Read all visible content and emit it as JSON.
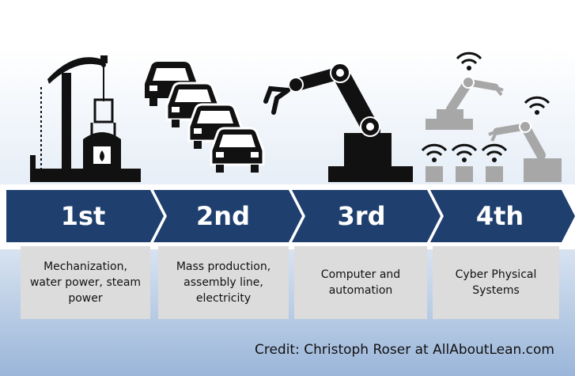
{
  "stages": [
    {
      "label": "1st",
      "description": "Mechanization,\nwater power, steam\npower",
      "icon": "steam-engine-icon"
    },
    {
      "label": "2nd",
      "description": "Mass production,\nassembly line,\nelectricity",
      "icon": "cars-assembly-icon"
    },
    {
      "label": "3rd",
      "description": "Computer and\nautomation",
      "icon": "industrial-robot-icon"
    },
    {
      "label": "4th",
      "description": "Cyber Physical\nSystems",
      "icon": "connected-robots-icon"
    }
  ],
  "credit": "Credit: Christoph Roser at AllAboutLean.com",
  "colors": {
    "arrow": "#1f3f6e",
    "box": "#dcdcdc",
    "icon_dark": "#111111",
    "icon_grey": "#a7a7a7"
  }
}
